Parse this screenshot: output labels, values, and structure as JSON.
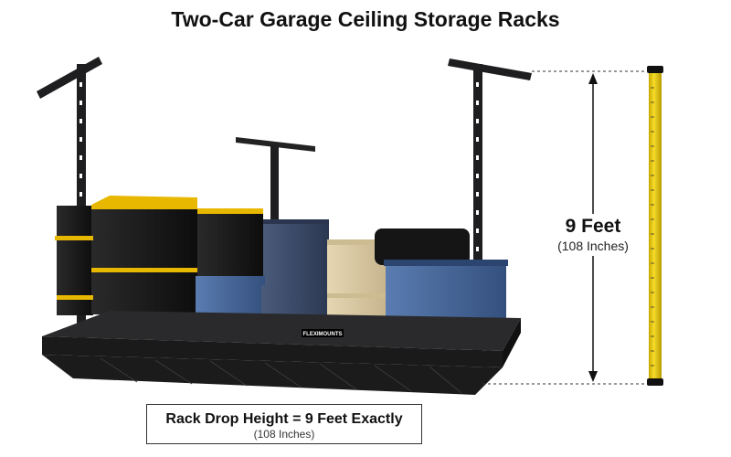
{
  "title": "Two-Car Garage Ceiling Storage Racks",
  "brand_label": "FLEXIMOUNTS",
  "height_label": {
    "main": "9 Feet",
    "sub": "(108 Inches)"
  },
  "caption": {
    "main": "Rack Drop Height = 9 Feet Exactly",
    "sub": "(108 Inches)"
  },
  "colors": {
    "rack": "#1e1e20",
    "bin_black": "#1a1a1a",
    "bin_lid_yellow": "#e8b800",
    "bin_navy": "#3a4a68",
    "bin_blue": "#4a6a9c",
    "bin_tan": "#d9c8a2",
    "tape_yellow": "#f2d416"
  },
  "icons": [
    "bracket-icon",
    "measuring-tape-icon",
    "arrow-up-icon",
    "arrow-down-icon"
  ]
}
